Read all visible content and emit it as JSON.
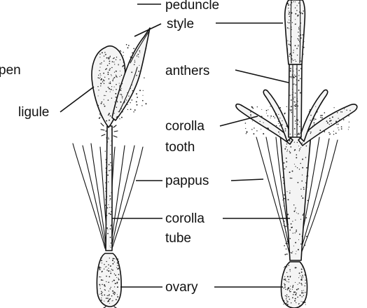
{
  "labels": {
    "peduncle": "peduncle",
    "style": "style",
    "open": "pen",
    "anthers": "anthers",
    "ligule": "ligule",
    "corolla_tooth_line1": "corolla",
    "corolla_tooth_line2": "tooth",
    "pappus": "pappus",
    "corolla_tube_line1": "corolla",
    "corolla_tube_line2": "tube",
    "ovary": "ovary"
  }
}
